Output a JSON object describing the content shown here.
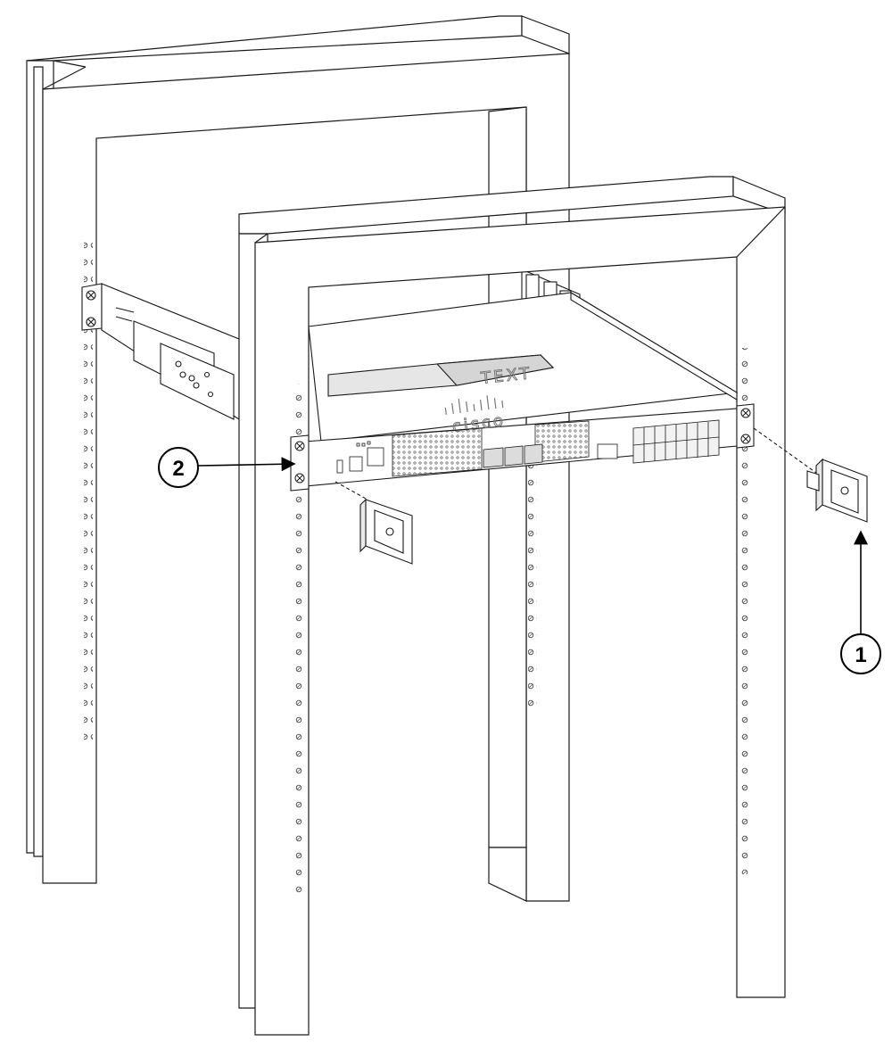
{
  "callouts": [
    {
      "number": "1",
      "target": "cable-management-bracket"
    },
    {
      "number": "2",
      "target": "mounting-bracket-screws"
    }
  ],
  "device": {
    "label_text": "TEXT",
    "logo_text": "cisco"
  },
  "colors": {
    "line": "#1a1a1a",
    "fill": "#ffffff",
    "port_fill": "#dcdcdc"
  }
}
